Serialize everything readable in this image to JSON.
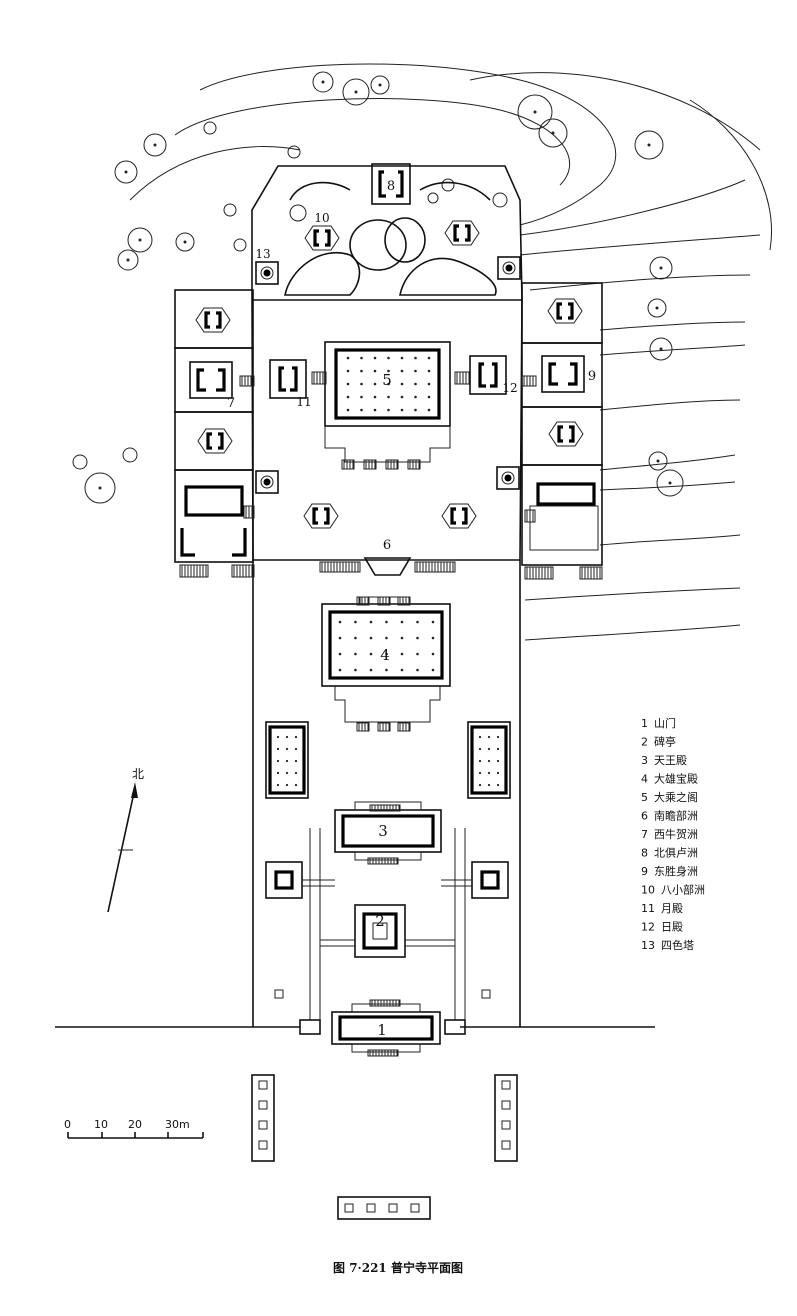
{
  "figure": {
    "caption": "图 7·221 普宁寺平面图"
  },
  "legend": {
    "items": [
      {
        "num": "1",
        "name": "山门"
      },
      {
        "num": "2",
        "name": "碑亭"
      },
      {
        "num": "3",
        "name": "天王殿"
      },
      {
        "num": "4",
        "name": "大雄宝殿"
      },
      {
        "num": "5",
        "name": "大乘之阁"
      },
      {
        "num": "6",
        "name": "南瞻部洲"
      },
      {
        "num": "7",
        "name": "西牛贺洲"
      },
      {
        "num": "8",
        "name": "北俱卢洲"
      },
      {
        "num": "9",
        "name": "东胜身洲"
      },
      {
        "num": "10",
        "name": "八小部洲"
      },
      {
        "num": "11",
        "name": "月殿"
      },
      {
        "num": "12",
        "name": "日殿"
      },
      {
        "num": "13",
        "name": "四色塔"
      }
    ]
  },
  "north": {
    "label": "北"
  },
  "scale_bar": {
    "ticks": [
      "0",
      "10",
      "20",
      "30m"
    ]
  },
  "plan_labels": {
    "n1": "1",
    "n2": "2",
    "n3": "3",
    "n4": "4",
    "n5": "5",
    "n6": "6",
    "n7": "7",
    "n8": "8",
    "n9": "9",
    "n10": "10",
    "n11": "11",
    "n12": "12",
    "n13": "13"
  }
}
